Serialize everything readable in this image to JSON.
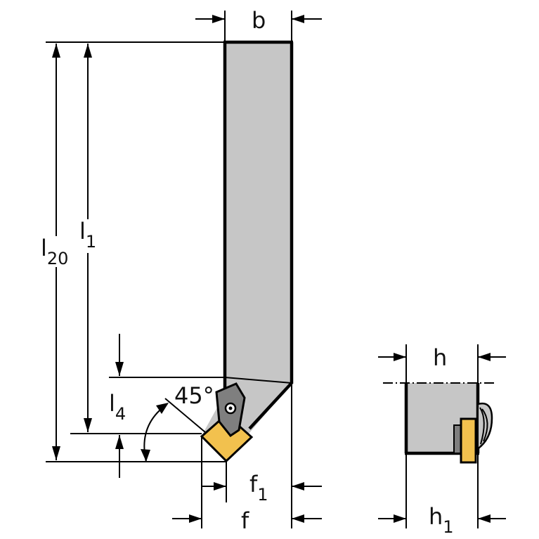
{
  "labels": {
    "b": "b",
    "l20_main": "l",
    "l20_sub": "20",
    "l1_main": "l",
    "l1_sub": "1",
    "l4_main": "l",
    "l4_sub": "4",
    "angle": "45°",
    "f1_main": "f",
    "f1_sub": "1",
    "f": "f",
    "h": "h",
    "h1_main": "h",
    "h1_sub": "1"
  },
  "colors": {
    "shank": "#c6c6c6",
    "insert": "#f2c14e",
    "outline": "#000000"
  }
}
